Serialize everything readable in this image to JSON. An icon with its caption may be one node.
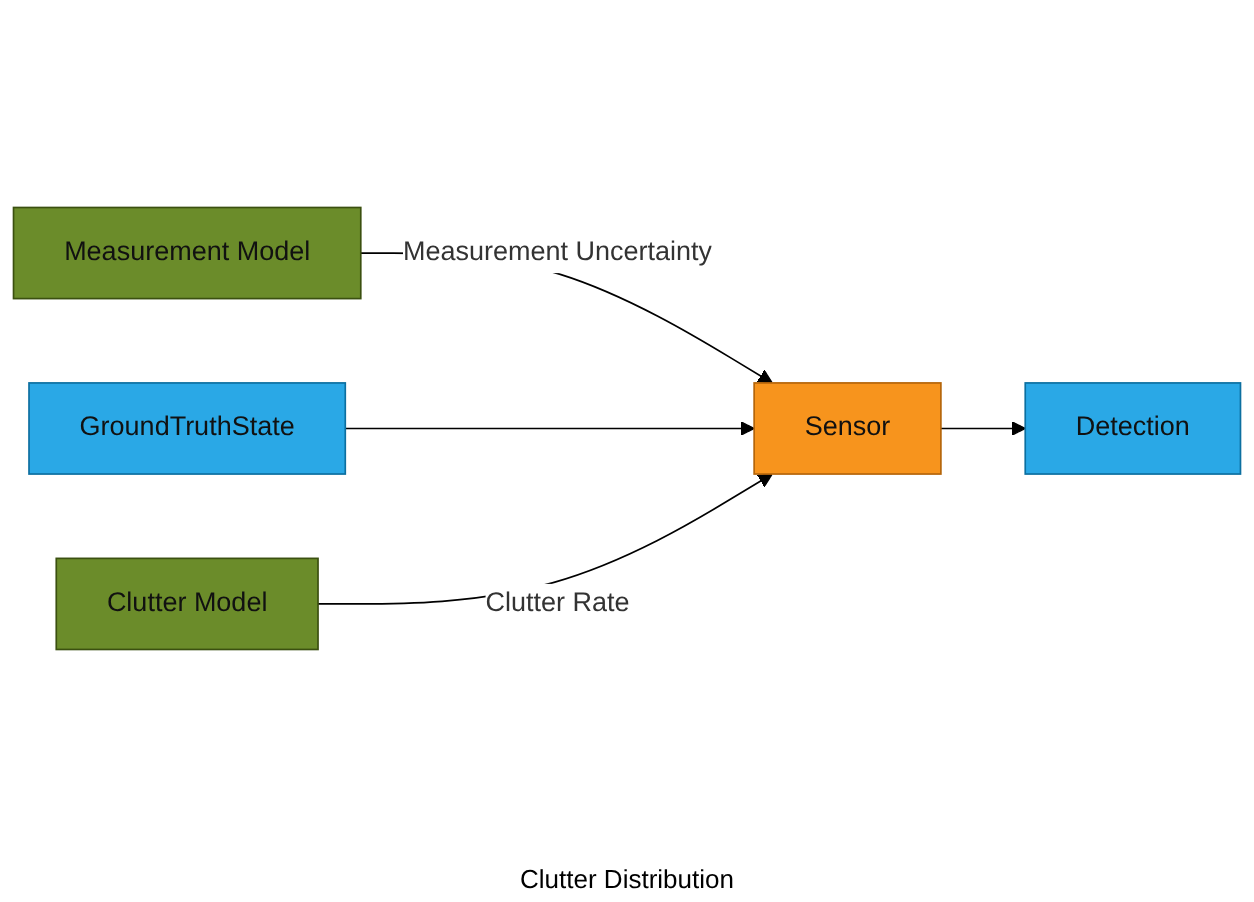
{
  "diagram": {
    "nodes": [
      {
        "text": [
          "Measurement Model"
        ]
      },
      {
        "text": [
          "GroundTruthState"
        ]
      },
      {
        "text": [
          "Sensor"
        ]
      },
      {
        "text": [
          "Detection"
        ]
      },
      {
        "text": [
          "Clutter Model"
        ]
      }
    ],
    "edges": [
      {
        "from": 0,
        "to": 2,
        "arrow": "to",
        "label": "Measurement Uncertainty"
      },
      {
        "from": 1,
        "to": 2,
        "arrow": "to"
      },
      {
        "from": 2,
        "to": 3,
        "arrow": "to"
      },
      {
        "from": 4,
        "to": 2,
        "arrow": "to",
        "label": "Clutter Rate"
      }
    ],
    "labels": [
      "Clutter Distribution"
    ]
  }
}
